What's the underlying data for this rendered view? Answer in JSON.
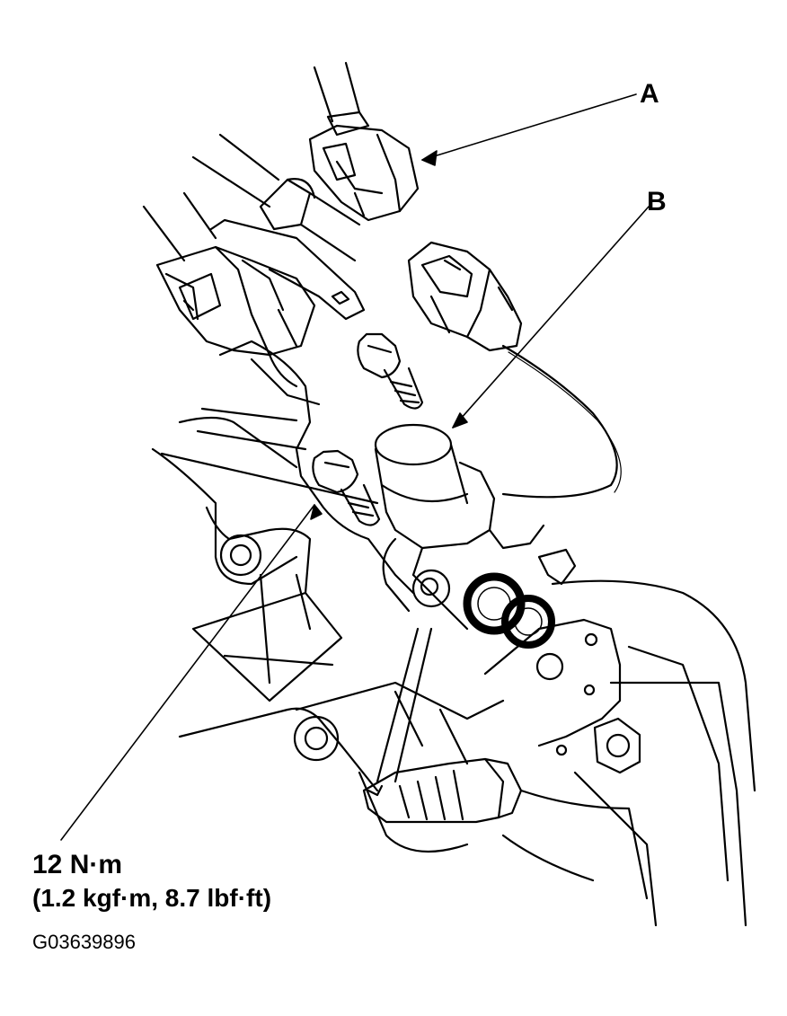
{
  "labels": {
    "a": "A",
    "b": "B"
  },
  "torque": {
    "line1": "12 N·m",
    "line2": "(1.2 kgf·m, 8.7 lbf·ft)"
  },
  "figure_id": "G03639896",
  "colors": {
    "ink": "#000000",
    "paper": "#ffffff"
  }
}
